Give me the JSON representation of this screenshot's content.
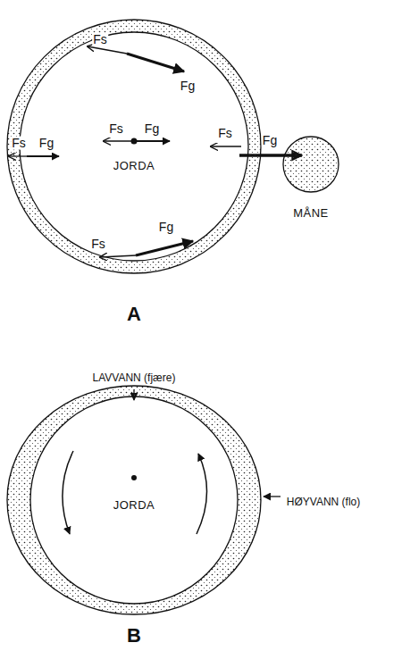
{
  "diagram": {
    "nodes": [
      {
        "text": [
          "JORDA"
        ]
      },
      {
        "text": [
          "MÅNE"
        ]
      },
      {
        "text": [
          "JORDA"
        ]
      }
    ],
    "labels": [
      "Fs",
      "Fg",
      "Fs",
      "Fg",
      "Fs",
      "Fg",
      "Fs",
      "Fg",
      "Fs",
      "Fg",
      "A",
      "LAVVANN (fjære)",
      "HØYVANN (flo)",
      "B"
    ]
  }
}
